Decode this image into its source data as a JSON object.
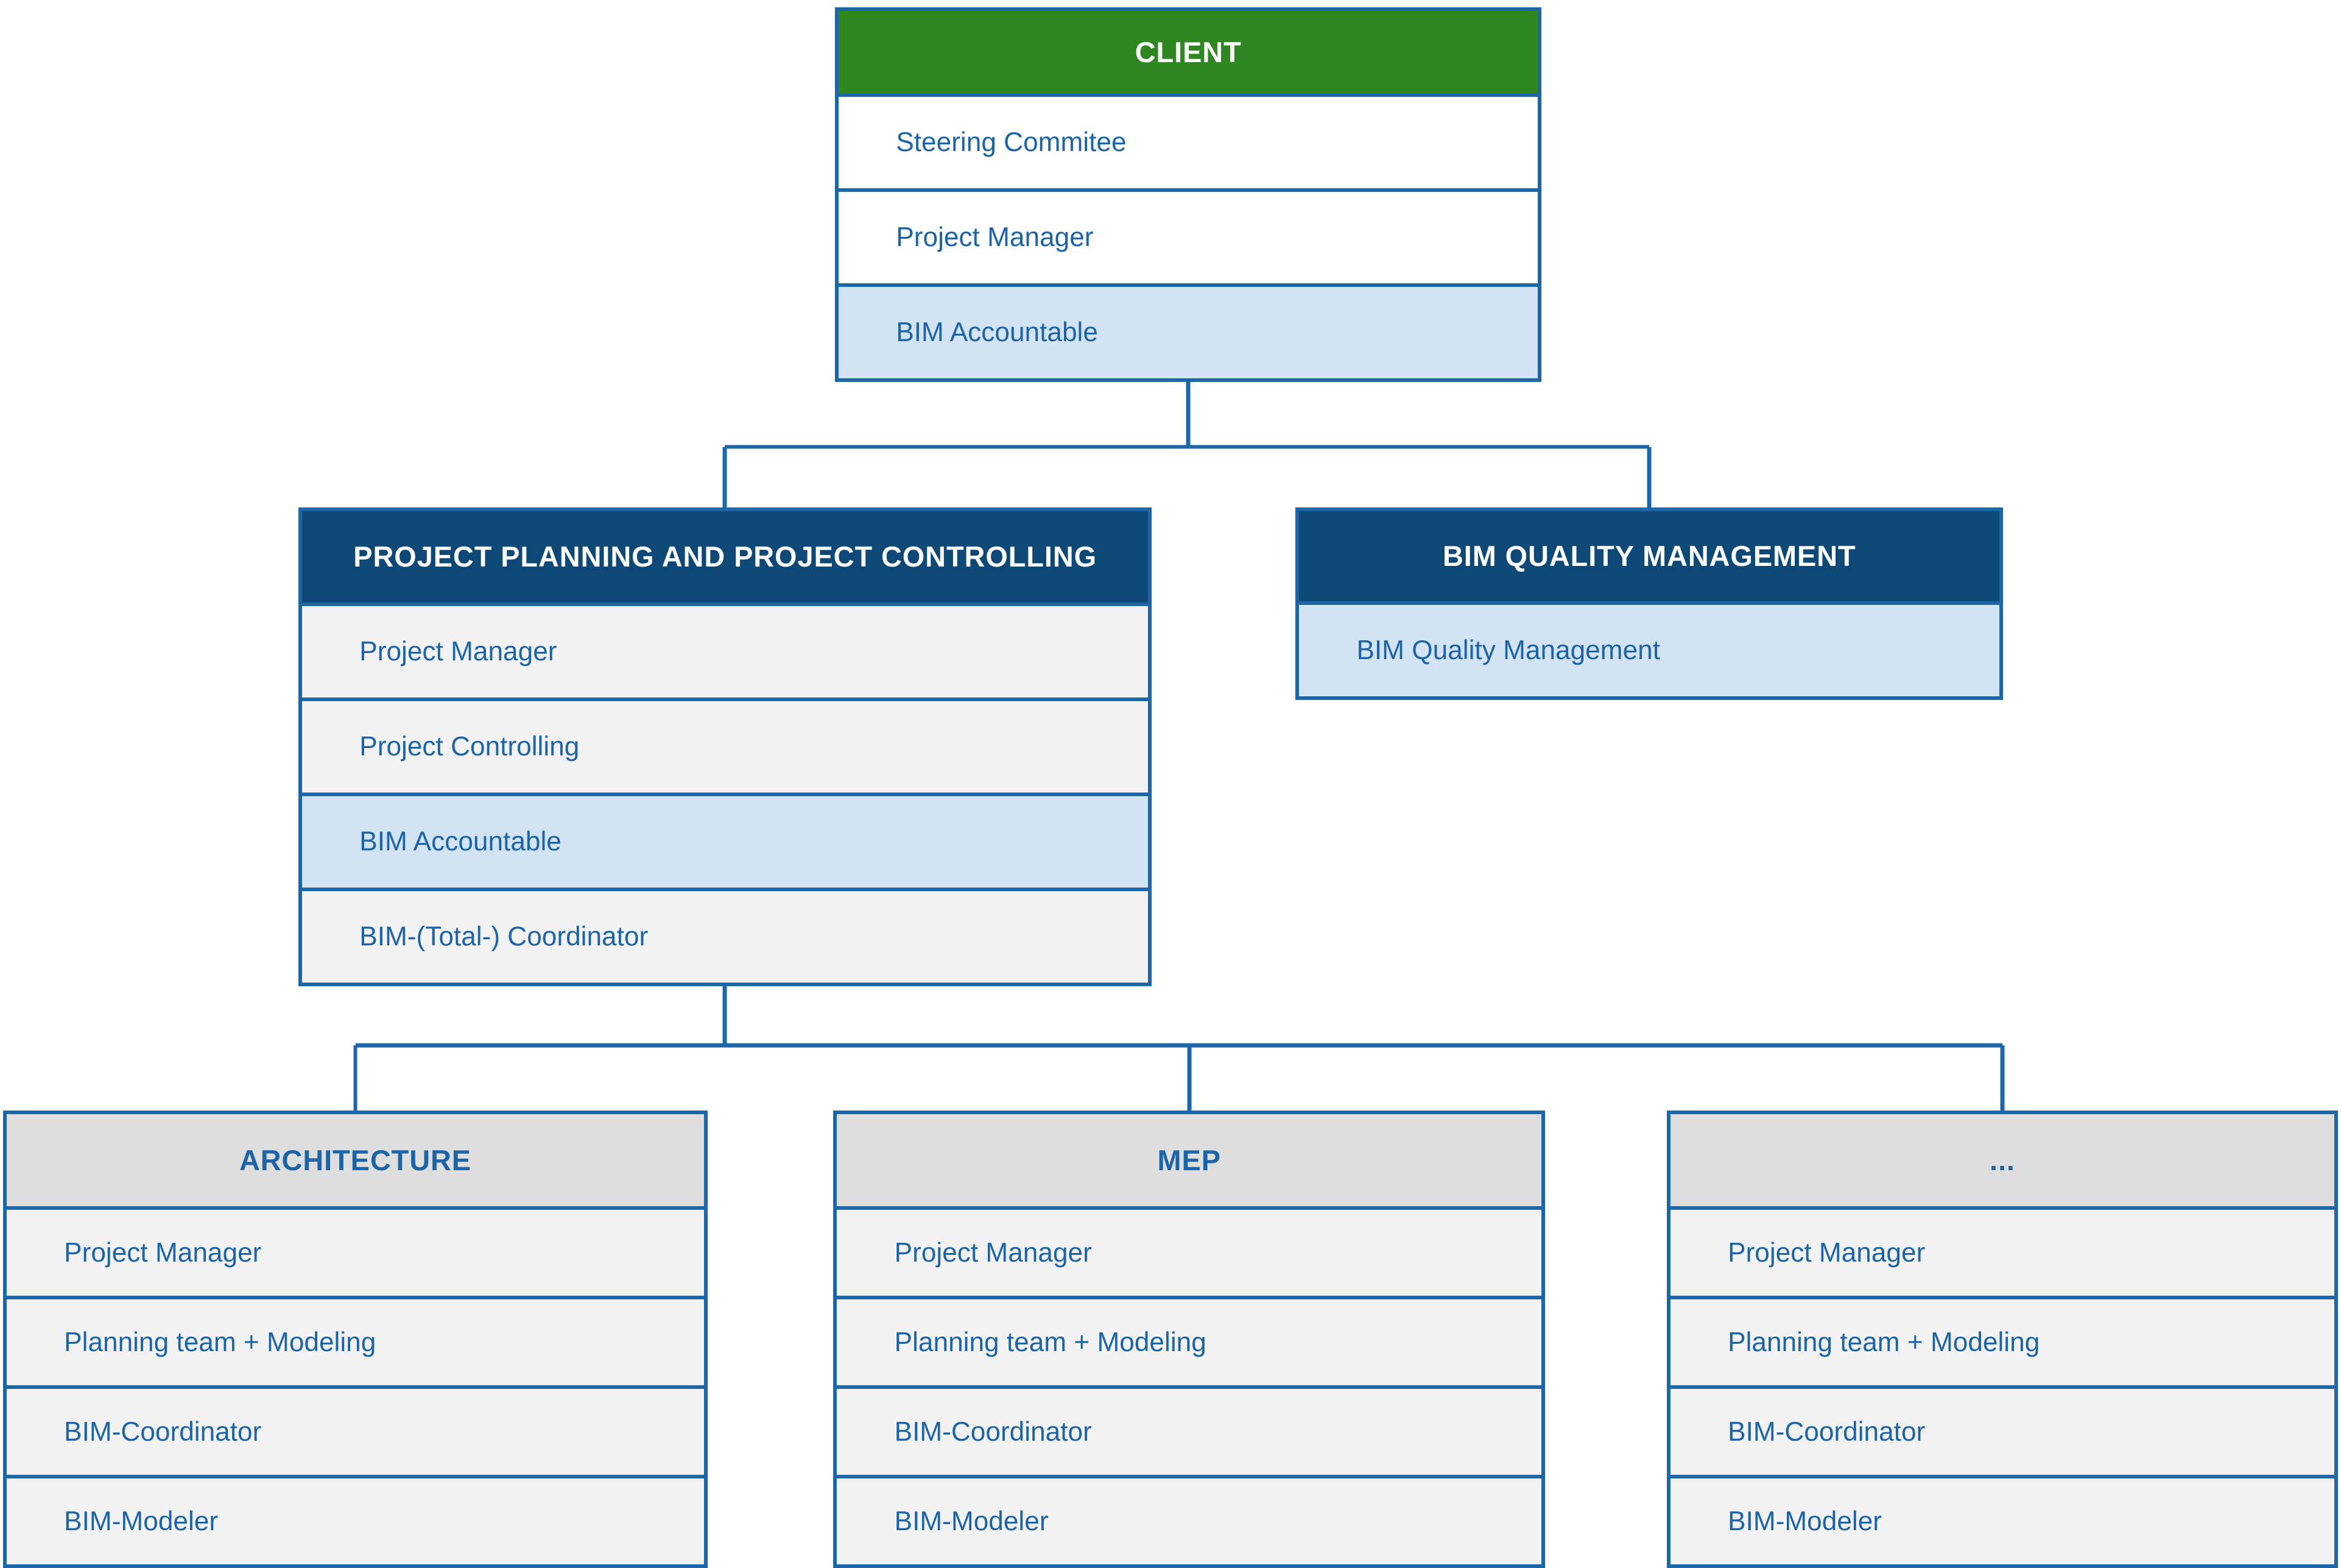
{
  "colors": {
    "green": "#2f8721",
    "navy": "#0e4876",
    "line": "#1d67a8",
    "text": "#1d64a6",
    "highlight": "#d2e4f3",
    "gray_header": "#dedede",
    "row_gray": "#f2f2f2",
    "row_white": "#ffffff"
  },
  "boxes": {
    "client": {
      "title": "CLIENT",
      "rows": [
        {
          "label": "Steering Commitee",
          "highlight": false
        },
        {
          "label": "Project Manager",
          "highlight": false
        },
        {
          "label": "BIM Accountable",
          "highlight": true
        }
      ]
    },
    "planning": {
      "title": "PROJECT PLANNING AND PROJECT CONTROLLING",
      "rows": [
        {
          "label": "Project Manager",
          "highlight": false
        },
        {
          "label": "Project Controlling",
          "highlight": false
        },
        {
          "label": "BIM Accountable",
          "highlight": true
        },
        {
          "label": "BIM-(Total-) Coordinator",
          "highlight": false
        }
      ]
    },
    "quality": {
      "title": "BIM QUALITY MANAGEMENT",
      "rows": [
        {
          "label": "BIM Quality Management",
          "highlight": true
        }
      ]
    },
    "architecture": {
      "title": "ARCHITECTURE",
      "rows": [
        {
          "label": "Project Manager",
          "highlight": false
        },
        {
          "label": "Planning team + Modeling",
          "highlight": false
        },
        {
          "label": "BIM-Coordinator",
          "highlight": false
        },
        {
          "label": "BIM-Modeler",
          "highlight": false
        }
      ]
    },
    "mep": {
      "title": "MEP",
      "rows": [
        {
          "label": "Project Manager",
          "highlight": false
        },
        {
          "label": "Planning team + Modeling",
          "highlight": false
        },
        {
          "label": "BIM-Coordinator",
          "highlight": false
        },
        {
          "label": "BIM-Modeler",
          "highlight": false
        }
      ]
    },
    "more": {
      "title": "...",
      "rows": [
        {
          "label": "Project Manager",
          "highlight": false
        },
        {
          "label": "Planning team + Modeling",
          "highlight": false
        },
        {
          "label": "BIM-Coordinator",
          "highlight": false
        },
        {
          "label": "BIM-Modeler",
          "highlight": false
        }
      ]
    }
  }
}
